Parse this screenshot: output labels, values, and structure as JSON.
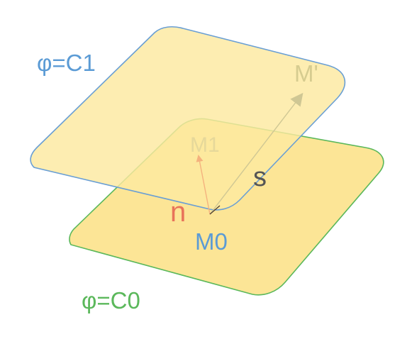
{
  "labels": {
    "plane_top": "φ=C1",
    "plane_bottom": "φ=C0",
    "point_m0": "M0",
    "point_m1": "M1",
    "point_mprime": "M'",
    "vector_n": "n",
    "vector_s": "s"
  },
  "colors": {
    "plane_top_fill": "#fce9a0",
    "plane_top_stroke": "#6a9fd4",
    "plane_bottom_fill": "#fce596",
    "plane_bottom_stroke": "#5bb85b",
    "vector_n": "#f4b27e",
    "vector_s": "#cfc794",
    "label_top": "#5b9bd5",
    "label_bottom": "#5bb85b",
    "label_m0": "#5b9bd5",
    "label_n": "#e8735a",
    "label_s": "#555555",
    "label_m1": "#e6d89a",
    "label_mprime": "#d6cc90"
  }
}
